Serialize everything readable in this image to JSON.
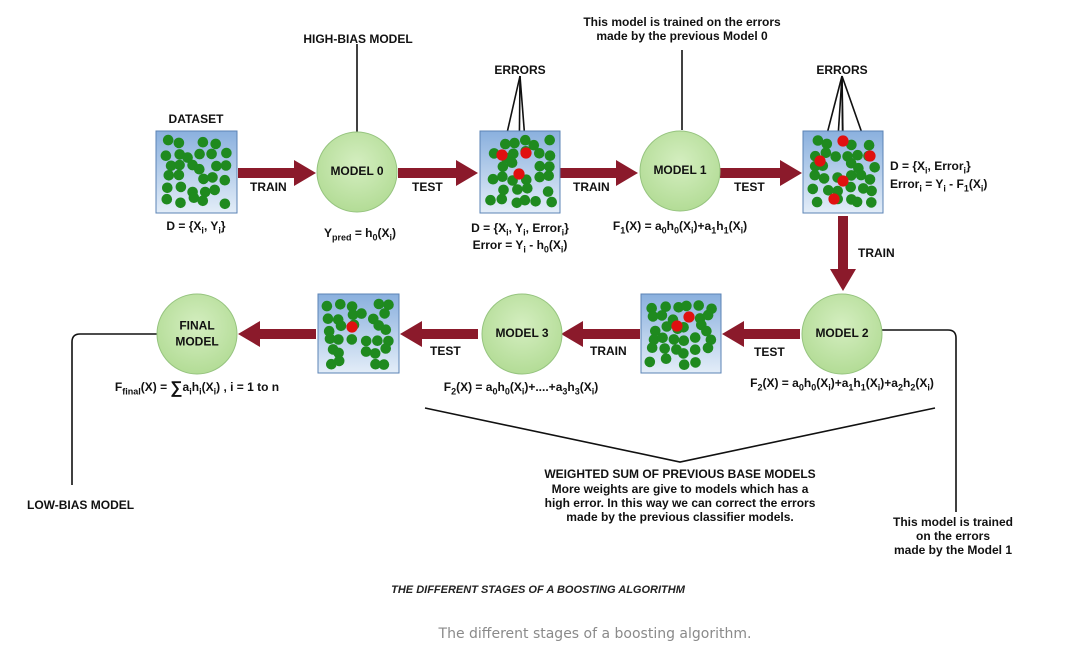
{
  "labels": {
    "dataset": "DATASET",
    "high_bias_model": "HIGH-BIAS MODEL",
    "errors_1": "ERRORS",
    "errors_2": "ERRORS",
    "trained_on_model0": "This model is trained on the errors\nmade by the previous Model 0",
    "trained_on_model1": "This model is trained on the errors\nmade by the  Model 1",
    "low_bias_model": "LOW-BIAS MODEL",
    "weighted_sum_title": "WEIGHTED SUM OF  PREVIOUS BASE MODELS",
    "weighted_sum_body": "More weights are give to models which has a\nhigh error. In this way we can correct the errors\nmade by the previous classifier models."
  },
  "nodes": {
    "model0": "MODEL 0",
    "model1": "MODEL 1",
    "model2": "MODEL 2",
    "model3": "MODEL 3",
    "final": "FINAL\nMODEL"
  },
  "edges": {
    "train_1": "TRAIN",
    "test_1": "TEST",
    "train_2": "TRAIN",
    "test_2": "TEST",
    "train_3": "TRAIN",
    "test_3": "TEST",
    "train_4": "TRAIN",
    "test_4": "TEST"
  },
  "formulas": {
    "d_dataset": [
      "D = {X",
      "i",
      ", Y",
      "i",
      "}"
    ],
    "ypred": [
      "Y",
      "pred",
      " = h",
      "0",
      "(X",
      "i",
      ")"
    ],
    "d_errors1": [
      "D = {X",
      "i",
      ", Y",
      "i",
      ", Error",
      "i",
      "}"
    ],
    "error1": [
      "Error = Y",
      "i",
      " - h",
      "0",
      "(X",
      "i",
      ")"
    ],
    "f1": [
      "F",
      "1",
      "(X) = a",
      "0",
      "h",
      "0",
      "(X",
      "i",
      ")+a",
      "1",
      "h",
      "1",
      "(X",
      "i",
      ")"
    ],
    "d_errors2": [
      "D = {X",
      "i",
      ", Error",
      "i",
      "}"
    ],
    "error2": [
      "Error",
      "i",
      " = Y",
      "i",
      " - F",
      "1",
      "(X",
      "i",
      ")"
    ],
    "f2_model2": [
      "F",
      "2",
      "(X) = a",
      "0",
      "h",
      "0",
      "(X",
      "i",
      ")+a",
      "1",
      "h",
      "1",
      "(X",
      "i",
      ")+a",
      "2",
      "h",
      "2",
      "(X",
      "i",
      ")"
    ],
    "f2_model3": [
      "F",
      "2",
      "(X) = a",
      "0",
      "h",
      "0",
      "(X",
      "i",
      ")+....+a",
      "3",
      "h",
      "3",
      "(X",
      "i",
      ")"
    ],
    "ffinal": [
      "F",
      "final",
      "(X) = ",
      "∑",
      "a",
      "i",
      "h",
      "i",
      "(X",
      "i",
      ") , i = 1 to n"
    ]
  },
  "caption": {
    "title": "THE DIFFERENT STAGES OF A BOOSTING ALGORITHM",
    "subtitle": "The different stages of a boosting algorithm."
  },
  "colors": {
    "arrow": "#8b1a2b",
    "node_fill": "#c2e5a7",
    "node_stroke": "#96c47f",
    "box_top": "#8ab0de",
    "box_bottom": "#e3edf8",
    "box_stroke": "#5b83b5",
    "dot_green": "#1f8a1f",
    "dot_red": "#e01010"
  }
}
